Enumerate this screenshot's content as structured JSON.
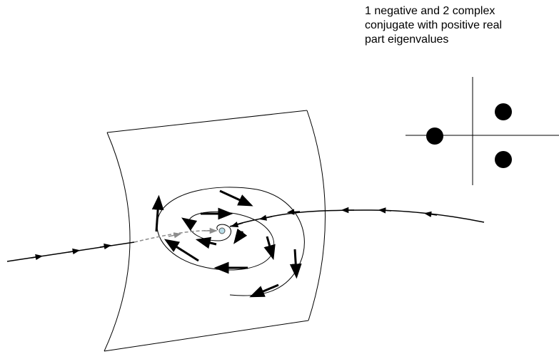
{
  "caption": {
    "lines": [
      "1 negative and 2 complex",
      "conjugate with positive real",
      "part eigenvalues"
    ]
  },
  "eigenvalue_plot": {
    "points": [
      "negative-real",
      "complex-positive-real-upper",
      "complex-positive-real-lower"
    ]
  },
  "colors": {
    "ink": "#000000",
    "dashed_path": "#8c8c8c",
    "equilibrium_fill": "#b8dde8"
  }
}
